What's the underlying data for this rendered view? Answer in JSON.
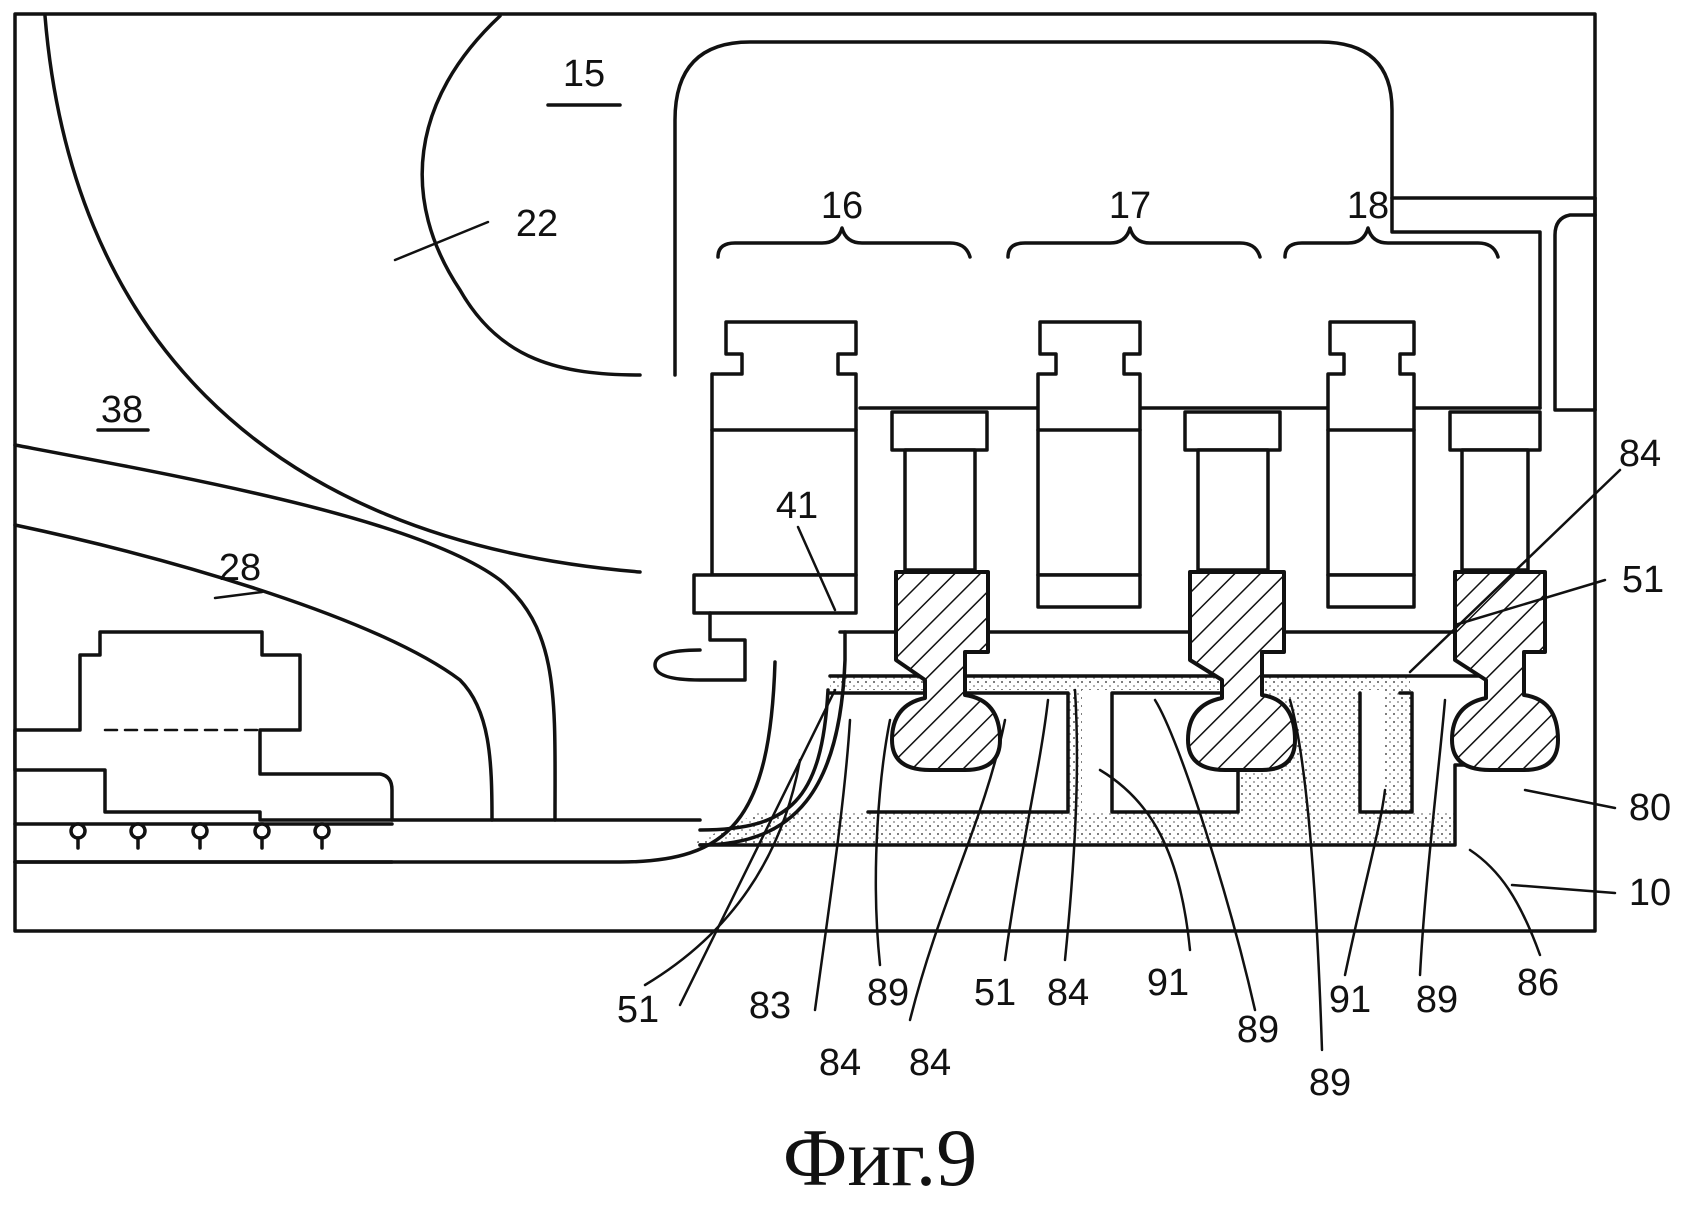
{
  "caption": "Фиг.9",
  "labels": {
    "l15": "15",
    "l16": "16",
    "l17": "17",
    "l18": "18",
    "l22": "22",
    "l38": "38",
    "l28": "28",
    "l41": "41",
    "l84_top": "84",
    "l51_right": "51",
    "l80": "80",
    "l10": "10",
    "l51_a": "51",
    "l83": "83",
    "l84_a": "84",
    "l89_a": "89",
    "l84_b": "84",
    "l51_b": "51",
    "l84_c": "84",
    "l91_a": "91",
    "l89_b": "89",
    "l89_c": "89",
    "l91_b": "91",
    "l89_d": "89",
    "l86": "86"
  }
}
